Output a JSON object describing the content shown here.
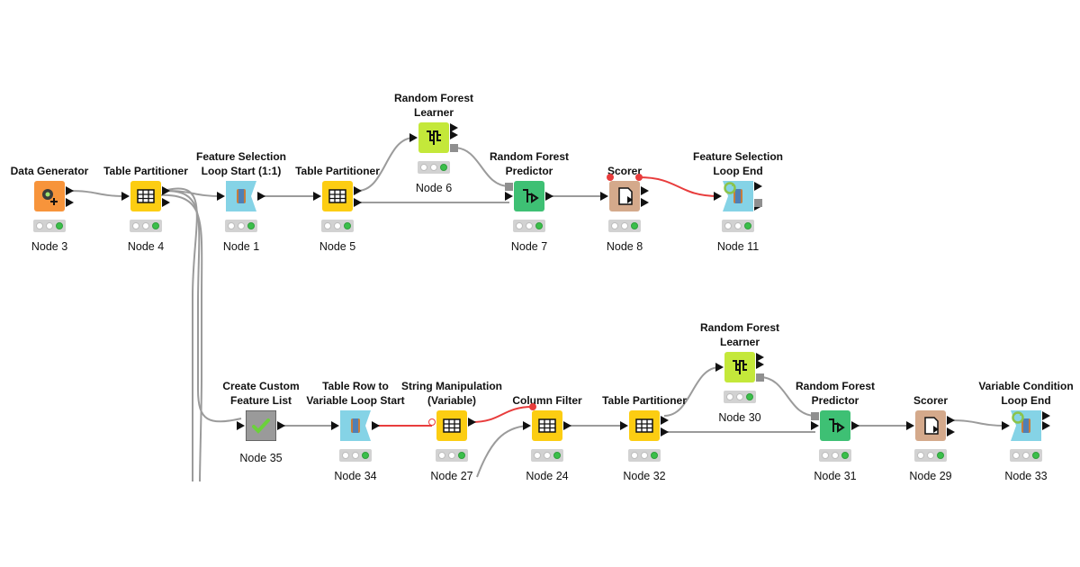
{
  "nodes": [
    {
      "id": "n3",
      "label": "Node 3",
      "title": [
        "Data Generator"
      ],
      "kind": "source",
      "color": "#f7943b",
      "leds": [
        false,
        false,
        true
      ]
    },
    {
      "id": "n4",
      "label": "Node 4",
      "title": [
        "Table Partitioner"
      ],
      "kind": "manipulator",
      "color": "#fccd12",
      "leds": [
        false,
        false,
        true
      ]
    },
    {
      "id": "n1",
      "label": "Node 1",
      "title": [
        "Feature Selection",
        "Loop Start (1:1)"
      ],
      "kind": "loop-start",
      "color": "#85d3e6",
      "leds": [
        false,
        false,
        true
      ]
    },
    {
      "id": "n5",
      "label": "Node 5",
      "title": [
        "Table Partitioner"
      ],
      "kind": "manipulator",
      "color": "#fccd12",
      "leds": [
        false,
        false,
        true
      ]
    },
    {
      "id": "n6",
      "label": "Node 6",
      "title": [
        "Random Forest",
        "Learner"
      ],
      "kind": "learner",
      "color": "#c4e83a",
      "leds": [
        false,
        false,
        true
      ]
    },
    {
      "id": "n7",
      "label": "Node 7",
      "title": [
        "Random Forest",
        "Predictor"
      ],
      "kind": "predictor",
      "color": "#3ec074",
      "leds": [
        false,
        false,
        true
      ]
    },
    {
      "id": "n8",
      "label": "Node 8",
      "title": [
        "Scorer"
      ],
      "kind": "other",
      "color": "#d4a98b",
      "leds": [
        false,
        false,
        true
      ]
    },
    {
      "id": "n11",
      "label": "Node 11",
      "title": [
        "Feature Selection",
        "Loop End"
      ],
      "kind": "loop-end",
      "color": "#85d3e6",
      "leds": [
        false,
        false,
        true
      ]
    },
    {
      "id": "n35",
      "label": "Node 35",
      "title": [
        "Create Custom",
        "Feature List"
      ],
      "kind": "configuration",
      "color": "#9a9a9a",
      "leds": []
    },
    {
      "id": "n34",
      "label": "Node 34",
      "title": [
        "Table Row to",
        "Variable Loop Start"
      ],
      "kind": "loop-start",
      "color": "#85d3e6",
      "leds": [
        false,
        false,
        true
      ]
    },
    {
      "id": "n27",
      "label": "Node 27",
      "title": [
        "String Manipulation",
        "(Variable)"
      ],
      "kind": "manipulator",
      "color": "#fccd12",
      "leds": [
        false,
        false,
        true
      ]
    },
    {
      "id": "n24",
      "label": "Node 24",
      "title": [
        "Column Filter"
      ],
      "kind": "manipulator",
      "color": "#fccd12",
      "leds": [
        false,
        false,
        true
      ]
    },
    {
      "id": "n32",
      "label": "Node 32",
      "title": [
        "Table Partitioner"
      ],
      "kind": "manipulator",
      "color": "#fccd12",
      "leds": [
        false,
        false,
        true
      ]
    },
    {
      "id": "n30",
      "label": "Node 30",
      "title": [
        "Random Forest",
        "Learner"
      ],
      "kind": "learner",
      "color": "#c4e83a",
      "leds": [
        false,
        false,
        true
      ]
    },
    {
      "id": "n31",
      "label": "Node 31",
      "title": [
        "Random Forest",
        "Predictor"
      ],
      "kind": "predictor",
      "color": "#3ec074",
      "leds": [
        false,
        false,
        true
      ]
    },
    {
      "id": "n29",
      "label": "Node 29",
      "title": [
        "Scorer"
      ],
      "kind": "other",
      "color": "#d4a98b",
      "leds": [
        false,
        false,
        true
      ]
    },
    {
      "id": "n33",
      "label": "Node 33",
      "title": [
        "Variable Condition",
        "Loop End"
      ],
      "kind": "loop-end",
      "color": "#85d3e6",
      "leds": [
        false,
        false,
        true
      ]
    }
  ],
  "connections": [
    {
      "from": "n3",
      "to": "n4",
      "type": "data"
    },
    {
      "from": "n4",
      "to": "n1",
      "type": "data"
    },
    {
      "from": "n1",
      "to": "n5",
      "type": "data"
    },
    {
      "from": "n5",
      "to": "n6",
      "type": "data"
    },
    {
      "from": "n5",
      "to": "n7",
      "type": "data"
    },
    {
      "from": "n6",
      "to": "n7",
      "type": "model"
    },
    {
      "from": "n7",
      "to": "n8",
      "type": "data"
    },
    {
      "from": "n8",
      "to": "n11",
      "type": "variable"
    },
    {
      "from": "n4",
      "to": "n35",
      "type": "data"
    },
    {
      "from": "n35",
      "to": "n34",
      "type": "data"
    },
    {
      "from": "n34",
      "to": "n27",
      "type": "variable"
    },
    {
      "from": "n27",
      "to": "n24",
      "type": "variable"
    },
    {
      "from": "n24",
      "to": "n32",
      "type": "data"
    },
    {
      "from": "n32",
      "to": "n30",
      "type": "data"
    },
    {
      "from": "n32",
      "to": "n31",
      "type": "data"
    },
    {
      "from": "n30",
      "to": "n31",
      "type": "model"
    },
    {
      "from": "n31",
      "to": "n29",
      "type": "data"
    },
    {
      "from": "n29",
      "to": "n33",
      "type": "data"
    }
  ],
  "colors": {
    "wire": "#9b9b9b",
    "variable_wire": "#e83c3c",
    "led_on": "#3bbf4a",
    "title": "#111111"
  },
  "icons": {
    "source": "data-generator-icon",
    "manipulator": "table-icon",
    "loop-start": "loop-start-icon",
    "learner": "learner-icon",
    "predictor": "predictor-icon",
    "other": "scorer-icon",
    "loop-end": "loop-end-icon",
    "configuration": "checkmark-icon"
  }
}
